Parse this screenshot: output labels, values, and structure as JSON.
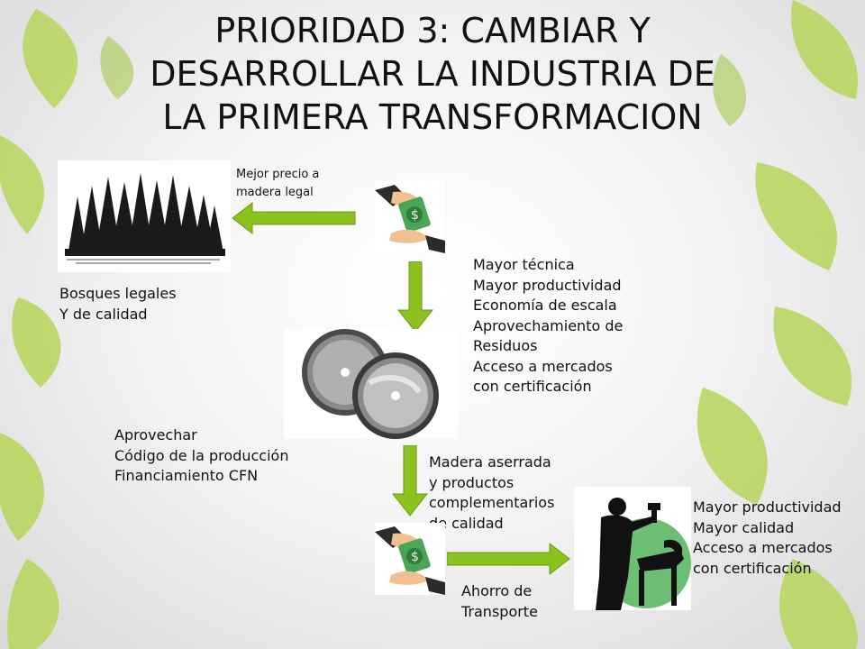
{
  "title": [
    "PRIORIDAD 3: CAMBIAR Y",
    "DESARROLLAR LA INDUSTRIA DE",
    "LA PRIMERA TRANSFORMACION"
  ],
  "labels": {
    "price": [
      "Mejor precio a",
      "madera legal"
    ],
    "forests": [
      "Bosques legales",
      "Y de calidad"
    ],
    "sawmill_benefits": [
      "Mayor técnica",
      "Mayor productividad",
      "Economía de escala",
      "Aprovechamiento de",
      "Residuos",
      "Acceso a mercados",
      "con certificación"
    ],
    "sawmill_support": [
      "Aprovechar",
      "Código de la producción",
      "Financiamiento CFN"
    ],
    "lumber": [
      "Madera aserrada",
      "y productos",
      "complementarios",
      "de calidad"
    ],
    "transport": [
      "Ahorro de",
      "Transporte"
    ],
    "industry_benefits": [
      "Mayor productividad",
      "Mayor calidad",
      "Acceso a mercados",
      "con certificación"
    ]
  },
  "icons": {
    "forest": "forest-icon",
    "money_top": "money-handshake-icon",
    "saw": "saw-blades-icon",
    "money_bottom": "money-handshake-icon",
    "worker": "furniture-worker-icon"
  },
  "colors": {
    "arrow": "#8cc21f",
    "arrow_dark": "#6a9a10",
    "leaf": "#a9cf4e",
    "money": "#3f9a4a"
  }
}
